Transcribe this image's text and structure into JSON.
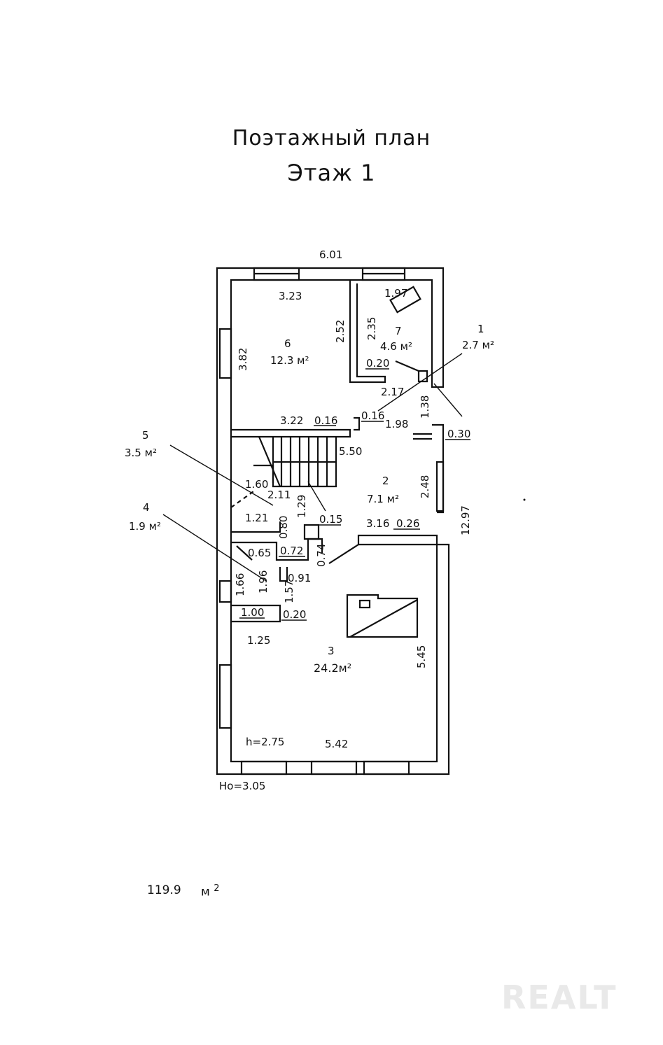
{
  "header": {
    "title": "Поэтажный план",
    "floor": "Этаж 1"
  },
  "rooms": [
    {
      "number": "1",
      "area": "2.7 м²"
    },
    {
      "number": "2",
      "area": "7.1 м²"
    },
    {
      "number": "3",
      "area": "24.2м²"
    },
    {
      "number": "4",
      "area": "1.9 м²"
    },
    {
      "number": "5",
      "area": "3.5 м²"
    },
    {
      "number": "6",
      "area": "12.3 м²"
    },
    {
      "number": "7",
      "area": "4.6 м²"
    }
  ],
  "dimensions": {
    "d_6_01": "6.01",
    "d_3_23": "3.23",
    "d_1_97": "1.97",
    "d_2_52": "2.52",
    "d_2_35": "2.35",
    "d_3_82": "3.82",
    "d_0_20_top": "0.20",
    "d_2_17": "2.17",
    "d_1_38": "1.38",
    "d_3_22": "3.22",
    "d_0_16_a": "0.16",
    "d_0_16_b": "0.16",
    "d_1_98": "1.98",
    "d_0_30": "0.30",
    "d_5_50": "5.50",
    "d_1_60": "1.60",
    "d_2_11": "2.11",
    "d_2_48": "2.48",
    "d_1_29": "1.29",
    "d_1_21": "1.21",
    "d_0_15": "0.15",
    "d_3_16": "3.16",
    "d_0_26": "0.26",
    "d_12_97": "12.97",
    "d_0_80": "0.80",
    "d_0_65": "0.65",
    "d_0_72": "0.72",
    "d_0_74": "0.74",
    "d_1_66": "1.66",
    "d_1_96": "1.96",
    "d_0_91": "0.91",
    "d_1_57": "1.57",
    "d_1_00": "1.00",
    "d_0_20_mid": "0.20",
    "d_1_25": "1.25",
    "d_5_45": "5.45",
    "d_5_42": "5.42"
  },
  "heights": {
    "room_height": "h=2.75",
    "floor_height": "Hо=3.05"
  },
  "total": {
    "value": "119.9",
    "unit": "м",
    "unit_power": "2"
  },
  "watermark": "REALT"
}
